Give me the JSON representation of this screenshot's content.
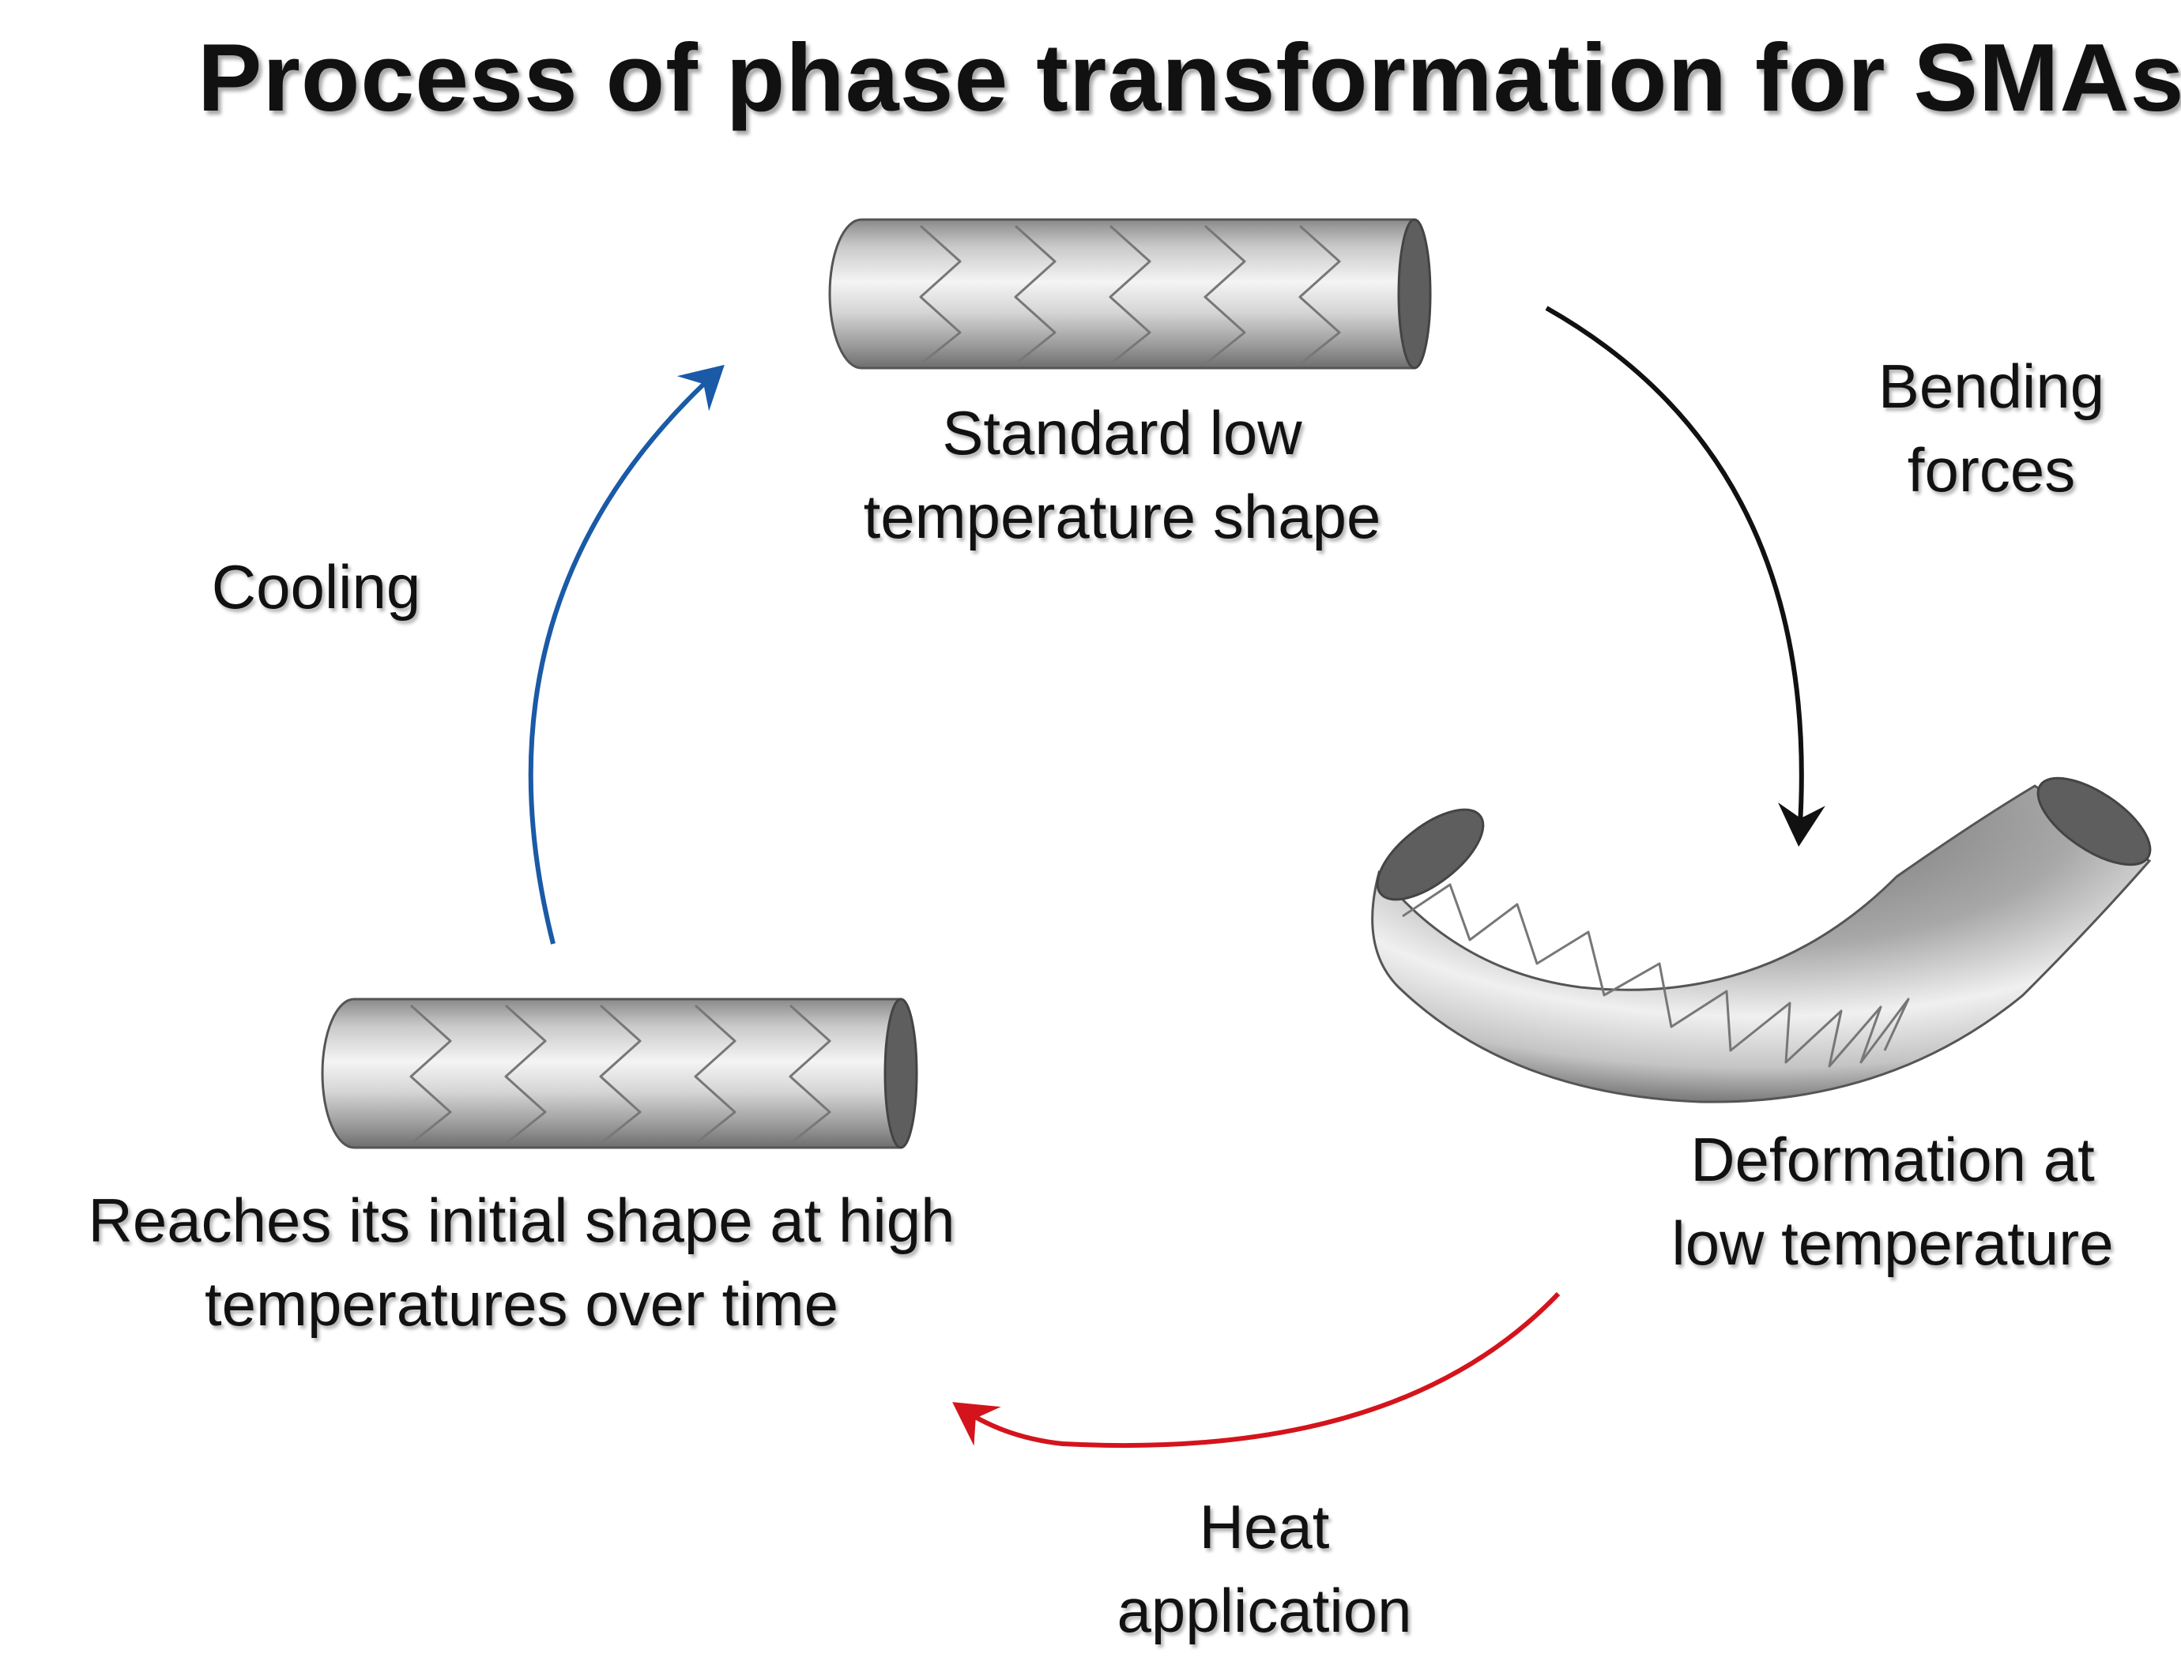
{
  "title": "Process of phase transformation for SMAs",
  "states": {
    "top": {
      "line1": "Standard low",
      "line2": "temperature shape"
    },
    "right": {
      "line1": "Deformation at",
      "line2": "low temperature"
    },
    "left": {
      "line1": "Reaches its initial shape at high",
      "line2": "temperatures over time"
    }
  },
  "transitions": {
    "bending": {
      "line1": "Bending",
      "line2": "forces",
      "color": "#111111"
    },
    "heat": {
      "line1": "Heat",
      "line2": "application",
      "color": "#d4141c"
    },
    "cooling": {
      "line1": "Cooling",
      "color": "#1a5aa6"
    }
  },
  "colors": {
    "metal_light": "#f2f2f2",
    "metal_dark": "#6b6b6b",
    "end_cap": "#5e5e5e"
  }
}
